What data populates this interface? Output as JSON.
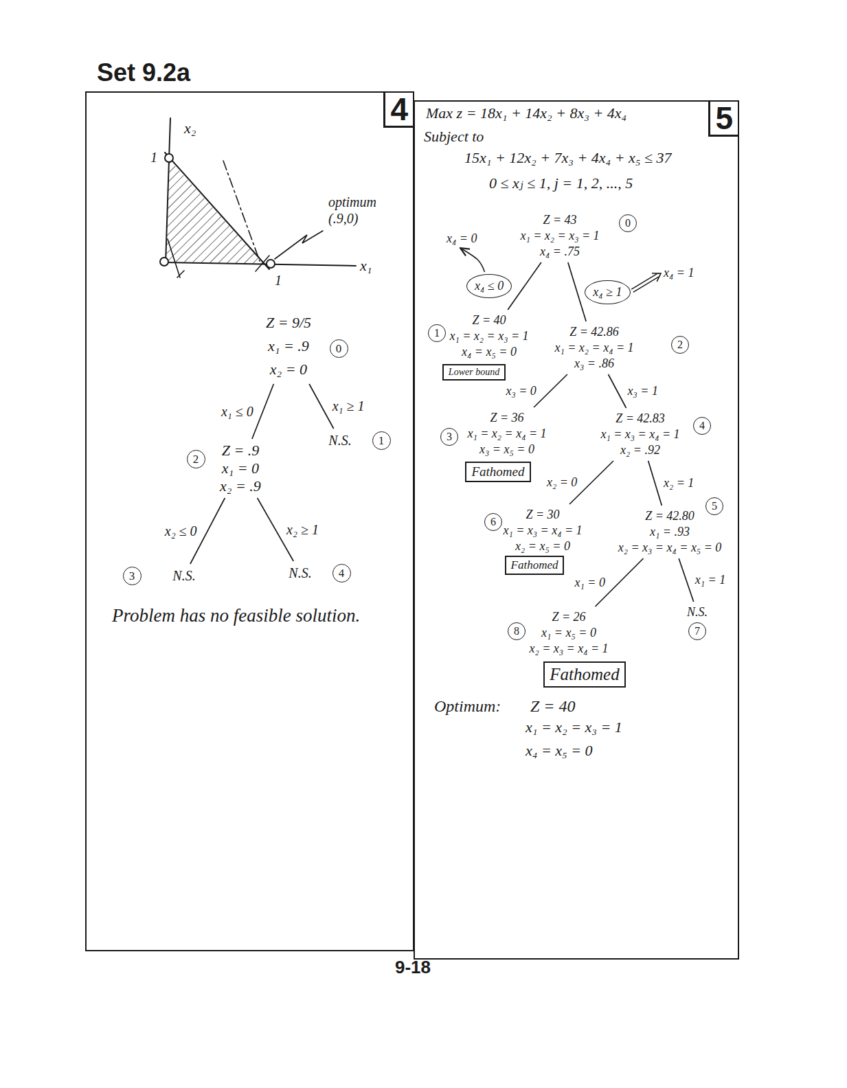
{
  "diagram": {
    "title": "Set 9.2a",
    "nodes": [
      {
        "text": [
          "4"
        ]
      },
      {
        "text": [
          "Z = 9/5",
          "x₁ = .9",
          "x₂ = 0"
        ],
        "in": 0
      },
      {
        "text": [
          "0"
        ],
        "in": 0
      },
      {
        "text": [
          "N.S."
        ],
        "in": 0
      },
      {
        "text": [
          "1"
        ],
        "in": 0
      },
      {
        "text": [
          "Z = .9",
          "x₁ = 0",
          "x₂ = .9"
        ],
        "in": 0
      },
      {
        "text": [
          "2"
        ],
        "in": 0
      },
      {
        "text": [
          "3"
        ],
        "in": 0
      },
      {
        "text": [
          "N.S."
        ],
        "in": 0
      },
      {
        "text": [
          "N.S."
        ],
        "in": 0
      },
      {
        "text": [
          "4"
        ],
        "in": 0
      },
      {
        "text": [
          "5"
        ]
      },
      {
        "text": [
          "Z = 43",
          "x₁ = x₂ = x₃ = 1",
          "x₄ = .75"
        ],
        "in": 11
      },
      {
        "text": [
          "0"
        ],
        "in": 11
      },
      {
        "text": [
          "1"
        ],
        "in": 11
      },
      {
        "text": [
          "Z = 40",
          "x₁ = x₂ = x₃ = 1",
          "x₄ = x₅ = 0"
        ],
        "in": 11
      },
      {
        "text": [
          "Lower bound"
        ],
        "in": 11
      },
      {
        "text": [
          "Z = 42.86",
          "x₁ = x₂ = x₄ = 1",
          "x₃ = .86"
        ],
        "in": 11
      },
      {
        "text": [
          "2"
        ],
        "in": 11
      },
      {
        "text": [
          "3"
        ],
        "in": 11
      },
      {
        "text": [
          "Z = 36",
          "x₁ = x₂ = x₄ = 1",
          "x₃ = x₅ = 0"
        ],
        "in": 11
      },
      {
        "text": [
          "Fathomed"
        ],
        "in": 11
      },
      {
        "text": [
          "Z = 42.83",
          "x₁ = x₃ = x₄ = 1",
          "x₂ = .92"
        ],
        "in": 11
      },
      {
        "text": [
          "4"
        ],
        "in": 11
      },
      {
        "text": [
          "6"
        ],
        "in": 11
      },
      {
        "text": [
          "Z = 30",
          "x₁ = x₃ = x₄ = 1",
          "x₂ = x₅ = 0"
        ],
        "in": 11
      },
      {
        "text": [
          "Fathomed"
        ],
        "in": 11
      },
      {
        "text": [
          "Z = 42.80",
          "x₁ = .93",
          "x₂ = x₃ = x₄ = x₅ = 0"
        ],
        "in": 11
      },
      {
        "text": [
          "5"
        ],
        "in": 11
      },
      {
        "text": [
          "8"
        ],
        "in": 11
      },
      {
        "text": [
          "Z = 26",
          "x₁ = x₅ = 0",
          "x₂ = x₃ = x₄ = 1"
        ],
        "in": 11
      },
      {
        "text": [
          "Fathomed"
        ],
        "in": 11
      },
      {
        "text": [
          "N.S."
        ],
        "in": 11
      },
      {
        "text": [
          "7"
        ],
        "in": 11
      }
    ],
    "edges": [
      {
        "from": 1,
        "to": 5,
        "label": "x₁ ≤ 0",
        "arrow": "none"
      },
      {
        "from": 1,
        "to": 3,
        "label": "x₁ ≥ 1",
        "arrow": "none"
      },
      {
        "from": 5,
        "to": 8,
        "label": "x₂ ≤ 0",
        "arrow": "none"
      },
      {
        "from": 5,
        "to": 9,
        "label": "x₂ ≥ 1",
        "arrow": "none"
      },
      {
        "from": 12,
        "to": 15,
        "label": "x₄ ≤ 0",
        "arrow": "none"
      },
      {
        "from": 12,
        "to": 17,
        "label": "x₄ ≥ 1",
        "arrow": "none"
      },
      {
        "from": 17,
        "to": 20,
        "label": "x₃ = 0",
        "arrow": "none"
      },
      {
        "from": 17,
        "to": 22,
        "label": "x₃ = 1",
        "arrow": "none"
      },
      {
        "from": 22,
        "to": 25,
        "label": "x₂ = 0",
        "arrow": "none"
      },
      {
        "from": 22,
        "to": 27,
        "label": "x₂ = 1",
        "arrow": "none"
      },
      {
        "from": 27,
        "to": 30,
        "label": "x₁ = 0",
        "arrow": "none"
      },
      {
        "from": 27,
        "to": 32,
        "label": "x₁ = 1",
        "arrow": "none"
      }
    ],
    "labels": [
      "x₂",
      "1",
      "optimum (.9,0)",
      "x₁",
      "1",
      "Problem has no feasible solution.",
      "Max z = 18x₁ + 14x₂ + 8x₃ + 4x₄",
      "Subject to",
      "15x₁ + 12x₂ + 7x₃ + 4x₄ + x₅ ≤ 37",
      "0 ≤ xⱼ ≤ 1, j = 1, 2, ..., 5",
      "x₄ = 0",
      "x₄ = 1",
      "Optimum:",
      "Z = 40",
      "x₁ = x₂ = x₃ = 1",
      "x₄ = x₅ = 0",
      "9-18"
    ]
  }
}
